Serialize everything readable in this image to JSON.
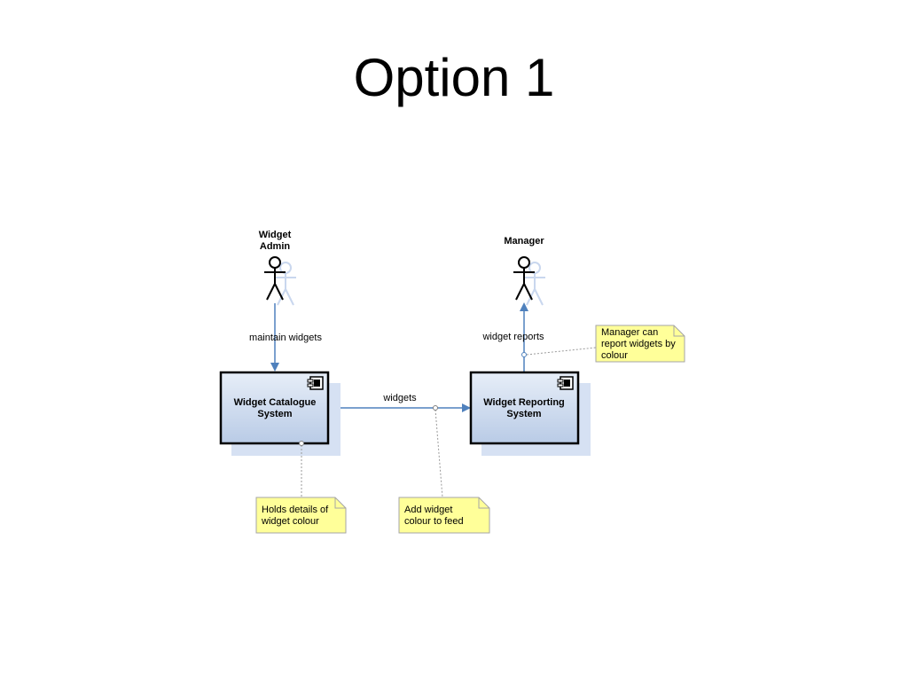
{
  "title": "Option 1",
  "colors": {
    "connector": "#4f81bd",
    "box_fill_top": "#e7eef8",
    "box_fill_bottom": "#b9cbe6",
    "box_shadow": "#d6e1f3",
    "note_fill": "#ffff99",
    "note_border": "#a6a6a6"
  },
  "actors": {
    "widget_admin": {
      "name_line1": "Widget",
      "name_line2": "Admin"
    },
    "manager": {
      "name": "Manager"
    }
  },
  "components": {
    "catalogue": {
      "line1": "Widget Catalogue",
      "line2": "System"
    },
    "reporting": {
      "line1": "Widget Reporting",
      "line2": "System"
    }
  },
  "connectors": {
    "maintain": "maintain widgets",
    "reports": "widget reports",
    "feed": "widgets"
  },
  "notes": {
    "manager": {
      "line1": "Manager can",
      "line2": "report widgets by",
      "line3": "colour"
    },
    "catalogue": {
      "line1": "Holds details of",
      "line2": "widget colour"
    },
    "feed": {
      "line1": "Add widget",
      "line2": "colour to feed"
    }
  }
}
